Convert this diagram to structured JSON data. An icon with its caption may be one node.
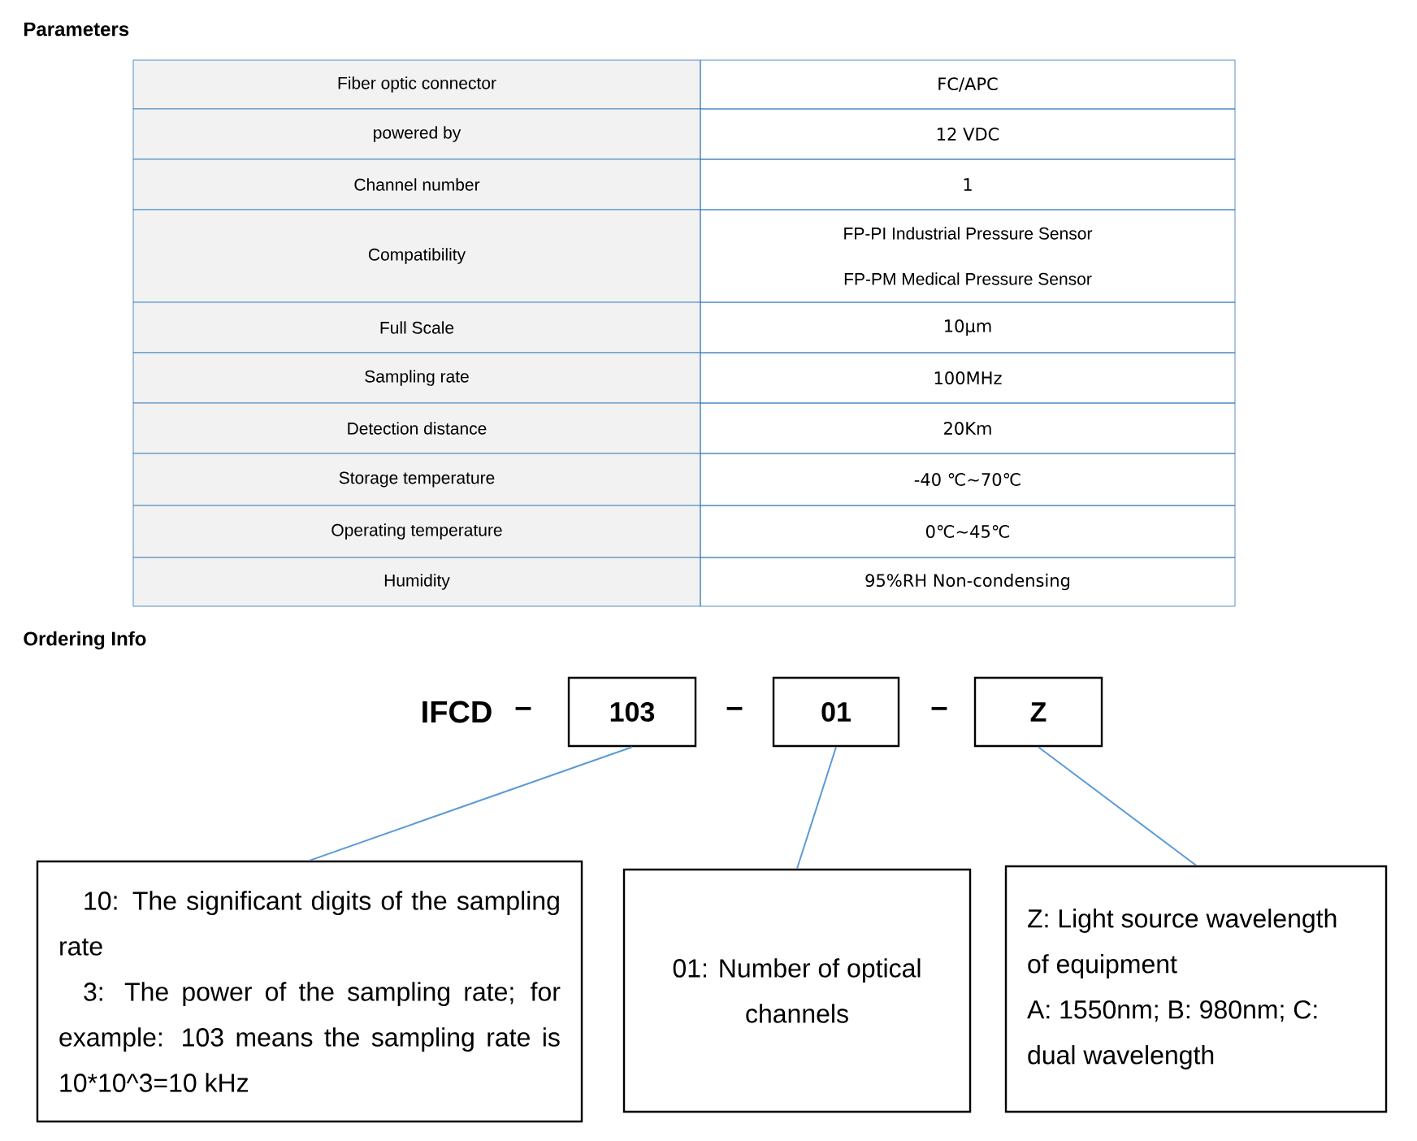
{
  "diagram": {
    "nodes": [
      {
        "text": [
          "103"
        ]
      },
      {
        "text": [
          "01"
        ]
      },
      {
        "text": [
          "Z"
        ]
      },
      {
        "text": [
          "10: The significant digits of the sampling rate",
          "3: The power of the sampling rate; for example: 103 means the sampling rate is 10*10^3=10 kHz"
        ]
      },
      {
        "text": [
          "01: Number of optical channels"
        ]
      },
      {
        "text": [
          "Z: Light source wavelength of equipment",
          "A: 1550nm; B: 980nm; C: dual wavelength"
        ]
      }
    ],
    "edges": [
      {
        "from": 0,
        "to": 3,
        "arrow": "none"
      },
      {
        "from": 1,
        "to": 4,
        "arrow": "none"
      },
      {
        "from": 2,
        "to": 5,
        "arrow": "none"
      }
    ],
    "labels": [
      "Parameters",
      "Fiber optic connector",
      "FC/APC",
      "powered by",
      "12 VDC",
      "Channel number",
      "1",
      "Compatibility",
      "FP-PI Industrial Pressure Sensor",
      "FP-PM Medical Pressure Sensor",
      "Full Scale",
      "10μm",
      "Sampling rate",
      "100MHz",
      "Detection distance",
      "20Km",
      "Storage temperature",
      "-40 ℃~70℃",
      "Operating temperature",
      "0℃~45℃",
      "Humidity",
      "95%RH Non-condensing",
      "Ordering Info",
      "IFCD",
      "–",
      "–",
      "–"
    ]
  }
}
